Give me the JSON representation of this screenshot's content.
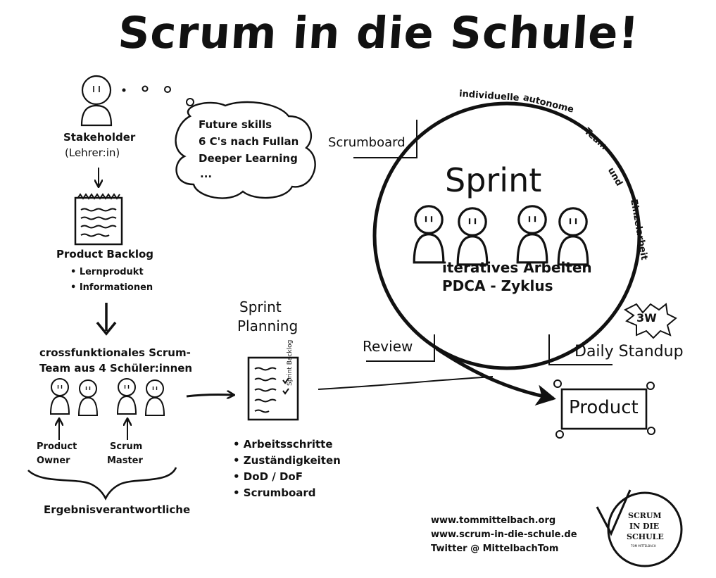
{
  "title": "Scrum in die Schule!",
  "stakeholder": {
    "line1": "Stakeholder",
    "line2": "(Lehrer:in)"
  },
  "thought": {
    "lines": [
      "Future skills",
      "6 C's nach Fullan",
      "Deeper Learning",
      "..."
    ]
  },
  "product_backlog": {
    "title": "Product Backlog",
    "items": [
      "• Lernprodukt",
      "• Informationen"
    ]
  },
  "team": {
    "line1": "crossfunktionales Scrum-",
    "line2": "Team aus 4 Schüler:innen"
  },
  "roles": {
    "product_owner": [
      "Product",
      "Owner"
    ],
    "scrum_master": [
      "Scrum",
      "Master"
    ]
  },
  "responsible": "Ergebnisverantwortliche",
  "sprint_planning": {
    "line1": "Sprint",
    "line2": "Planning"
  },
  "sprint_backlog": {
    "label": "Sprint Backlog",
    "items": [
      "• Arbeitsschritte",
      "• Zuständigkeiten",
      "• DoD / DoF",
      "• Scrumboard"
    ]
  },
  "sprint": {
    "title": "Sprint",
    "line1": "iteratives Arbeiten",
    "line2": "PDCA - Zyklus",
    "arc_words": [
      "individuelle",
      "autonome",
      "Team-",
      "und",
      "Einzelarbeit"
    ]
  },
  "scrumboard": "Scrumboard",
  "review": "Review",
  "daily": "Daily Standup",
  "badge": "3W",
  "product": "Product",
  "links": [
    "www.tommittelbach.org",
    "www.scrum-in-die-schule.de",
    "Twitter @ MittelbachTom"
  ],
  "logo": {
    "lines": [
      "SCRUM",
      "IN DIE",
      "SCHULE"
    ],
    "sub": "TOM MITTELBACH"
  }
}
